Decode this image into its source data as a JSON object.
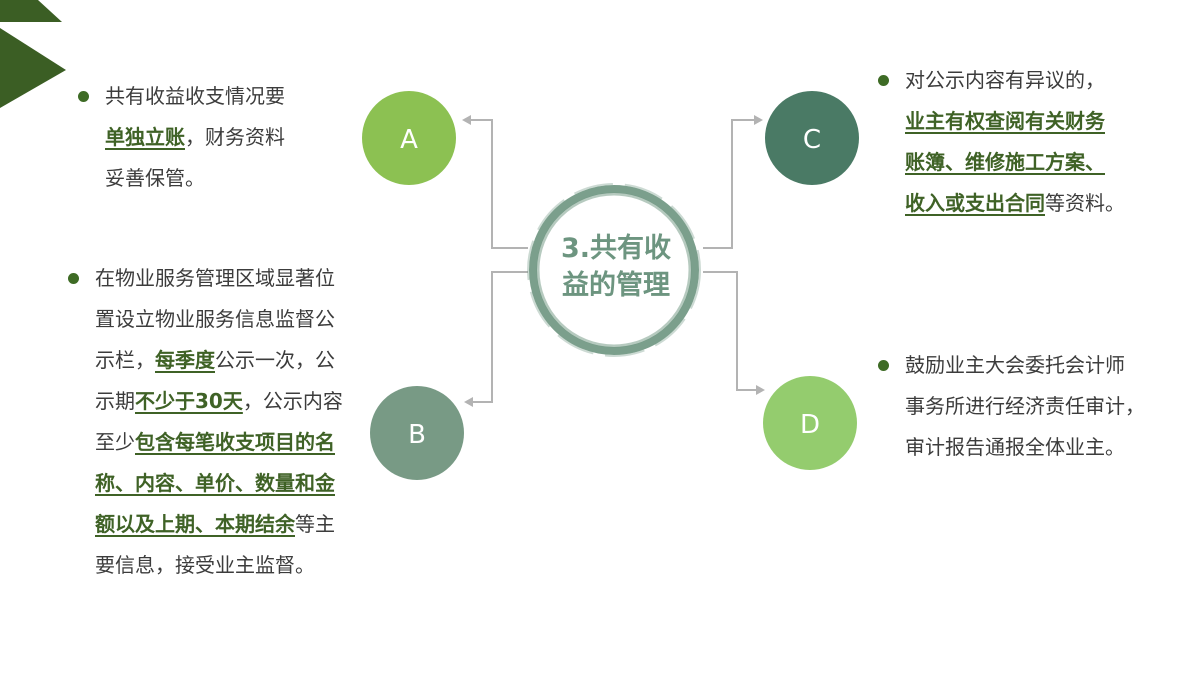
{
  "colors": {
    "corner_dark": "#3b5e24",
    "circle_a": "#8cc152",
    "circle_b": "#789a85",
    "circle_c": "#4a7a65",
    "circle_d": "#94cc6e",
    "ring": "#6d9580",
    "center_text": "#6d9580",
    "connector": "#b3b3b3",
    "bullet": "#3e6b25",
    "highlight": "#3f6226"
  },
  "center": {
    "line1": "3.共有收",
    "line2": "益的管理"
  },
  "nodes": {
    "a": {
      "label": "A"
    },
    "b": {
      "label": "B"
    },
    "c": {
      "label": "C"
    },
    "d": {
      "label": "D"
    }
  },
  "blocks": {
    "a": {
      "l1": "共有收益收支情况要",
      "l2_hl": "单独立账",
      "l2_rest": "，财务资料",
      "l3": "妥善保管。"
    },
    "b": {
      "l1": "在物业服务管理区域显著位",
      "l2": "置设立物业服务信息监督公",
      "l3_pre": "示栏，",
      "l3_hl": "每季度",
      "l3_post": "公示一次，公",
      "l4_pre": "示期",
      "l4_hl": "不少于30天",
      "l4_post": "，公示内容",
      "l5_pre": "至少",
      "l5_hl": "包含每笔收支项目的名",
      "l6_hl": "称、内容、单价、数量和金",
      "l7_hl": "额以及上期、本期结余",
      "l7_post": "等主",
      "l8": "要信息，接受业主监督。"
    },
    "c": {
      "l1": "对公示内容有异议的，",
      "l2_hl": "业主有权查阅有关财务",
      "l3_hl": "账簿、维修施工方案、",
      "l4_hl": "收入或支出合同",
      "l4_post": "等资料。"
    },
    "d": {
      "l1": "鼓励业主大会委托会计师",
      "l2": "事务所进行经济责任审计，",
      "l3": "审计报告通报全体业主。"
    }
  }
}
